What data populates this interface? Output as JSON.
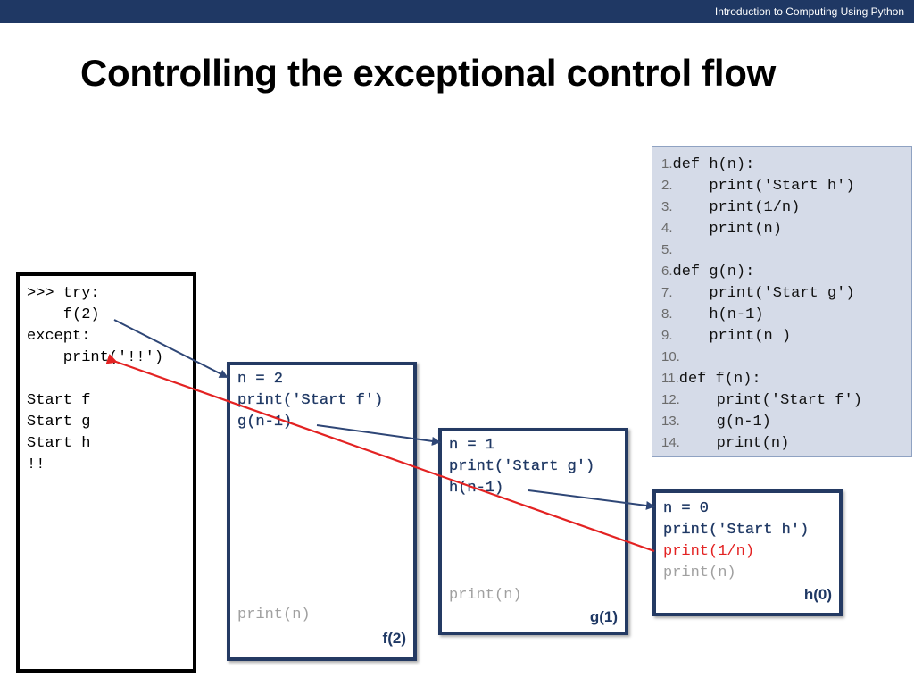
{
  "header": {
    "course": "Introduction to Computing Using Python"
  },
  "title": "Controlling the exceptional control flow",
  "code": [
    {
      "num": "1.",
      "text": "def h(n):"
    },
    {
      "num": "2.",
      "text": "    print('Start h')"
    },
    {
      "num": "3.",
      "text": "    print(1/n)"
    },
    {
      "num": "4.",
      "text": "    print(n)"
    },
    {
      "num": "5.",
      "text": ""
    },
    {
      "num": "6.",
      "text": "def g(n):"
    },
    {
      "num": "7.",
      "text": "    print('Start g')"
    },
    {
      "num": "8.",
      "text": "    h(n-1)"
    },
    {
      "num": "9.",
      "text": "    print(n )"
    },
    {
      "num": "10.",
      "text": ""
    },
    {
      "num": "11.",
      "text": "def f(n):"
    },
    {
      "num": "12.",
      "text": "    print('Start f')"
    },
    {
      "num": "13.",
      "text": "    g(n-1)"
    },
    {
      "num": "14.",
      "text": "    print(n)"
    }
  ],
  "shell": [
    ">>> try:",
    "    f(2)",
    "except:",
    "    print('!!')",
    "",
    "Start f",
    "Start g",
    "Start h",
    "!!"
  ],
  "frames": {
    "f": {
      "label": "f(2)",
      "lines": [
        "n = 2",
        "print('Start f')",
        "g(n-1)"
      ],
      "tail": "print(n)"
    },
    "g": {
      "label": "g(1)",
      "lines": [
        "n = 1",
        "print('Start g')",
        "h(n-1)"
      ],
      "tail": "print(n)"
    },
    "h": {
      "label": "h(0)",
      "lines": [
        "n = 0",
        "print('Start h')",
        "print(1/n)",
        "print(n)"
      ]
    }
  },
  "colors": {
    "header_bar": "#1f3864",
    "frame_border": "#243a63",
    "code_panel": "#d5dbe8",
    "exception_arrow": "#e32222",
    "call_arrow": "#2e4676"
  }
}
